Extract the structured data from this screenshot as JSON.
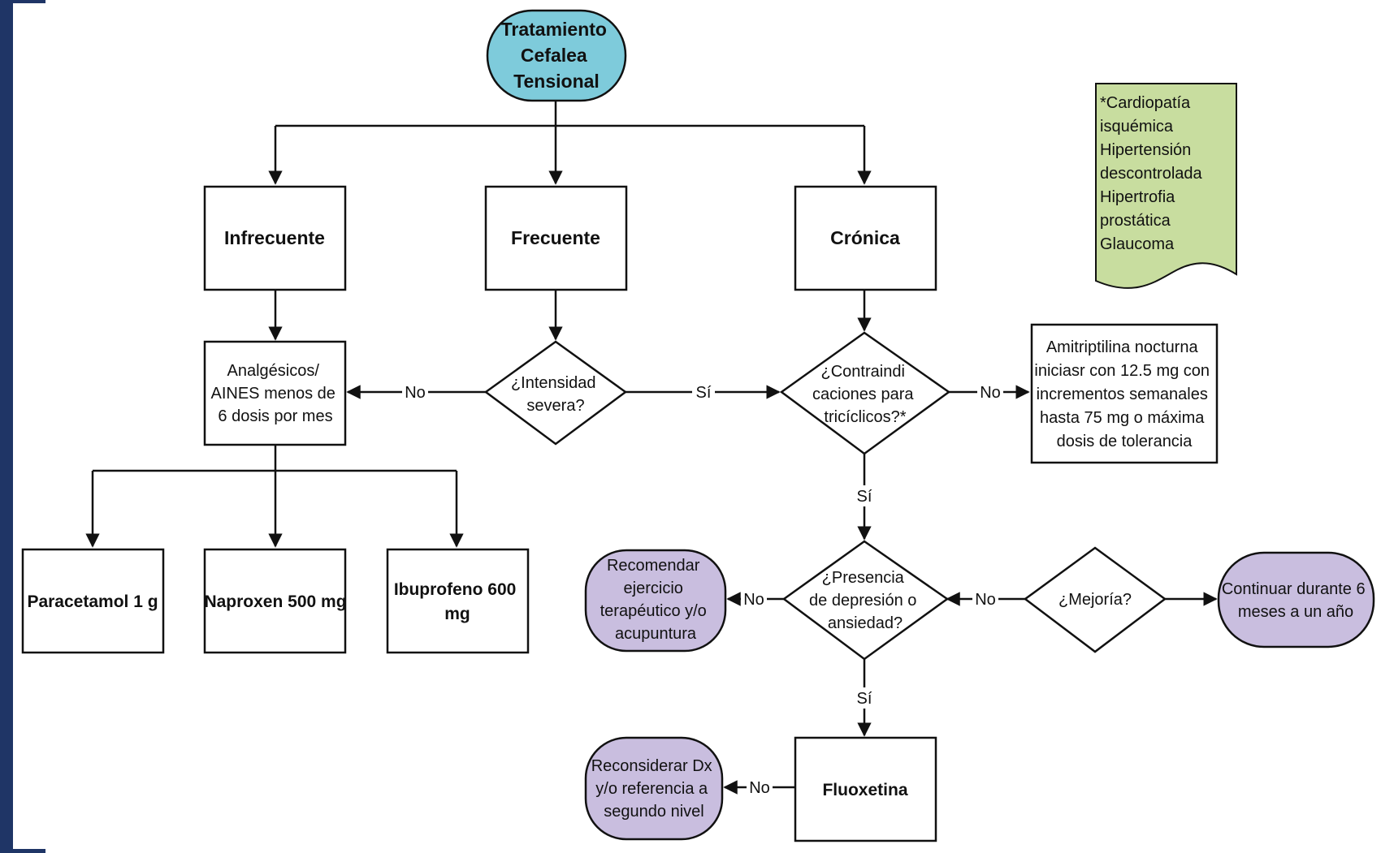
{
  "diagram": {
    "start": [
      "Tratamiento",
      "Cefalea",
      "Tensional"
    ],
    "infrecuente": "Infrecuente",
    "frecuente": "Frecuente",
    "cronica": "Crónica",
    "analgesicos": [
      "Analgésicos/",
      "AINES menos de",
      "6 dosis por mes"
    ],
    "intensidad": [
      "¿Intensidad",
      "severa?"
    ],
    "contraindicaciones": [
      "¿Contraindi",
      "caciones para",
      "tricíclicos?*"
    ],
    "amitriptilina": [
      "Amitriptilina nocturna",
      "iniciasr con 12.5 mg con",
      "incrementos semanales",
      "hasta 75 mg o máxima",
      "dosis de tolerancia"
    ],
    "paracetamol": "Paracetamol 1 g",
    "naproxen": "Naproxen 500 mg",
    "ibuprofeno": [
      "Ibuprofeno 600",
      "mg"
    ],
    "recomendar": [
      "Recomendar",
      "ejercicio",
      "terapéutico y/o",
      "acupuntura"
    ],
    "depresion": [
      "¿Presencia",
      "de depresión o",
      "ansiedad?"
    ],
    "mejoria": "¿Mejoría?",
    "continuar": [
      "Continuar durante 6",
      "meses a un año"
    ],
    "fluoxetina": "Fluoxetina",
    "reconsiderar": [
      "Reconsiderar Dx",
      "y/o referencia a",
      "segundo nivel"
    ],
    "note": [
      "*Cardiopatía",
      "isquémica",
      "Hipertensión",
      "descontrolada",
      "Hipertrofia",
      "prostática",
      "Glaucoma"
    ]
  },
  "edge_labels": {
    "no": "No",
    "si": "Sí"
  },
  "colors": {
    "start_fill": "#7ecbdb",
    "end_fill": "#c9bedf",
    "note_fill": "#c8dd9f",
    "frame": "#1f3566"
  }
}
